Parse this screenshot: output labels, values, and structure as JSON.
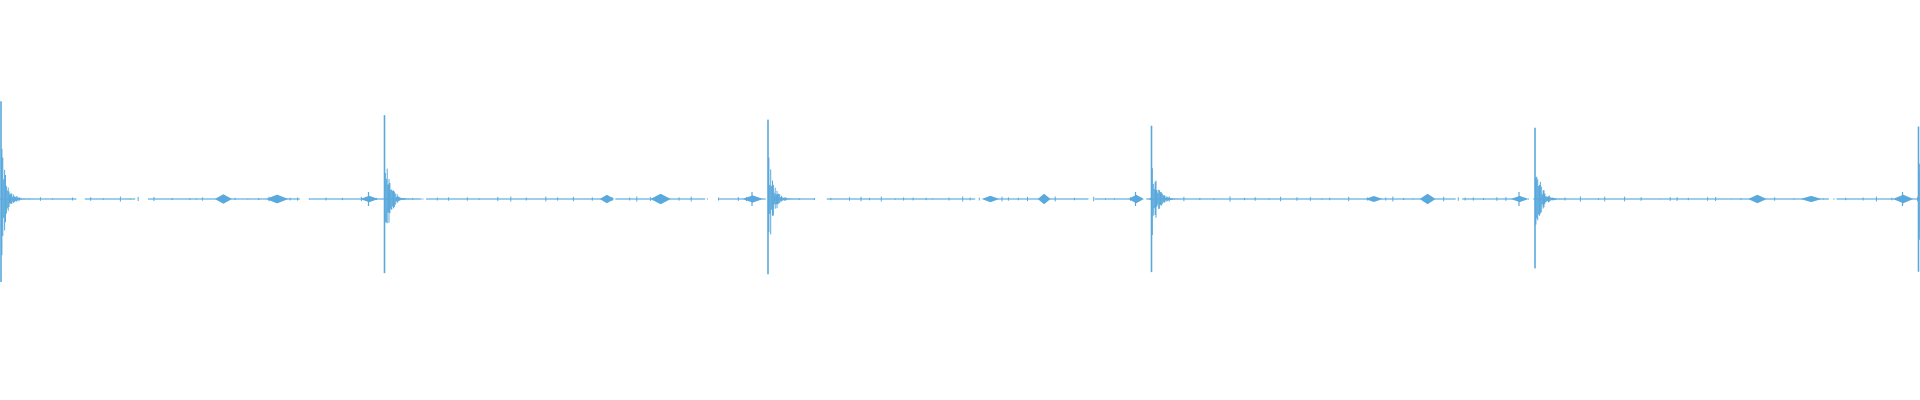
{
  "waveform": {
    "color": "#5aa9dc",
    "baseline_color": "#7dbde6",
    "transient_count": 6,
    "transient_interval_fraction": 0.2,
    "transient_peaks": [
      0.55,
      0.47,
      0.45,
      0.42,
      0.45,
      0.42
    ],
    "baseline_level": 0.0,
    "amplitude_range": [
      -1,
      1
    ]
  }
}
